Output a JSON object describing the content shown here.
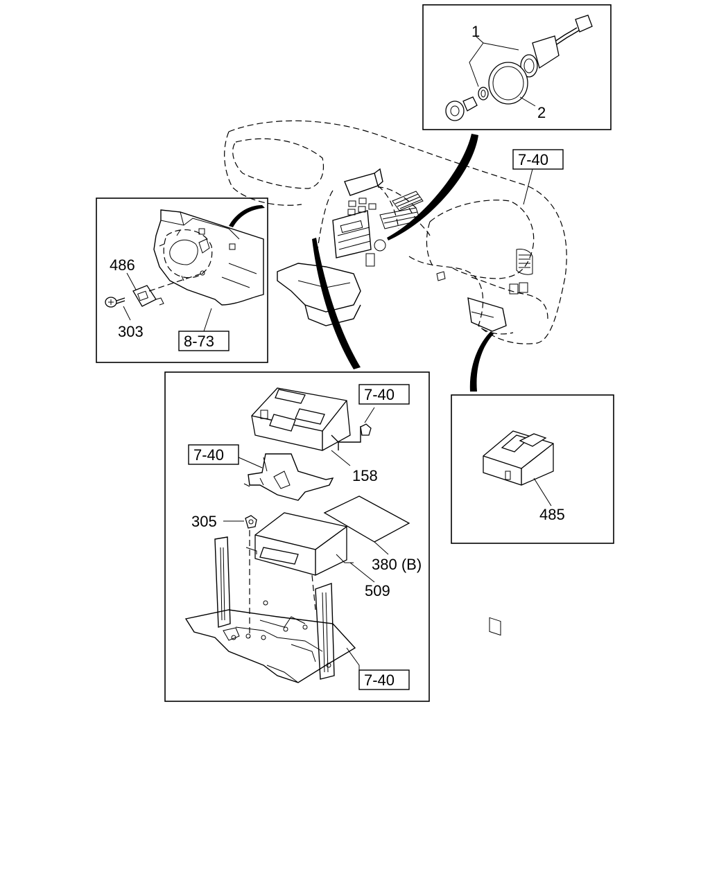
{
  "labels": {
    "p1": "1",
    "p2": "2",
    "p486": "486",
    "p303": "303",
    "p158": "158",
    "p305": "305",
    "p380": "380 (B)",
    "p509": "509",
    "p485": "485"
  },
  "refs": {
    "top_right": "7-40",
    "left_panel": "8-73",
    "center_upper": "7-40",
    "center_left": "7-40",
    "center_bottom": "7-40"
  }
}
